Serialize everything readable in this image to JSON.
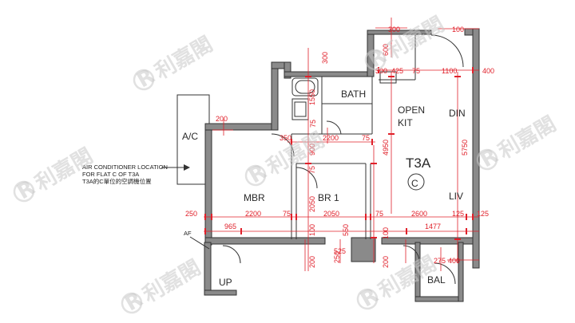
{
  "rooms": {
    "ac": "A/C",
    "mbr": "MBR",
    "br1": "BR 1",
    "bath": "BATH",
    "open_kit_1": "OPEN",
    "open_kit_2": "KIT",
    "din": "DIN",
    "liv": "LIV",
    "up": "UP",
    "bal": "BAL",
    "af": "AF"
  },
  "unit": {
    "name": "T3A",
    "flat": "C"
  },
  "notes": {
    "line1": "AIR CONDITIONER LOCATION",
    "line2": "FOR FLAT C OF T3A",
    "line3": "T3A的C單位的空調機位置"
  },
  "watermark": {
    "text": "利嘉閣",
    "letter": "R"
  },
  "dimensions": {
    "d300_top": "300",
    "d100_top": "100",
    "d600": "600",
    "d300_mid": "300",
    "d425": "425",
    "d75_a": "75",
    "d1100": "1100",
    "d400_right": "400",
    "d300_left": "300",
    "d1550": "1550",
    "d200_ac": "200",
    "d75_b": "75",
    "d350": "350",
    "d2200_a": "2200",
    "d75_c": "75",
    "d900": "900",
    "d4950": "4950",
    "d5750": "5750",
    "d75_d": "75",
    "d250_left": "250",
    "d2200_b": "2200",
    "d75_e": "75",
    "d2050_a": "2050",
    "d2050_b": "2050",
    "d75_f": "75",
    "d2600": "2600",
    "d125_a": "125",
    "d125_b": "125",
    "d965": "965",
    "d1477": "1477",
    "d100_a": "100",
    "d550": "550",
    "d525": "525",
    "d100_b": "100",
    "d200_a": "200",
    "d250_b": "250",
    "d200_b": "200",
    "d275": "275",
    "d400_bal": "400"
  }
}
